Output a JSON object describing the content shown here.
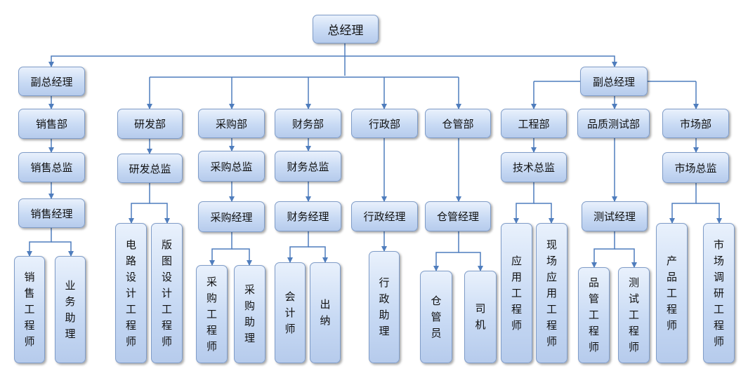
{
  "top": {
    "label": "总经理"
  },
  "left_vp": {
    "label": "副总经理",
    "dept": "销售部",
    "director": "销售总监",
    "manager": "销售经理",
    "staff": [
      "销售工程师",
      "业务助理"
    ]
  },
  "center_depts": [
    {
      "dept": "研发部",
      "director": "研发总监",
      "staff": [
        "电路设计工程师",
        "版图设计工程师"
      ]
    },
    {
      "dept": "采购部",
      "director": "采购总监",
      "manager": "采购经理",
      "staff": [
        "采购工程师",
        "采购助理"
      ]
    },
    {
      "dept": "财务部",
      "director": "财务总监",
      "manager": "财务经理",
      "staff": [
        "会计师",
        "出纳"
      ]
    },
    {
      "dept": "行政部",
      "manager": "行政经理",
      "staff": [
        "行政助理"
      ]
    },
    {
      "dept": "仓管部",
      "manager": "仓管经理",
      "staff": [
        "仓管员",
        "司机"
      ]
    }
  ],
  "right_vp": {
    "label": "副总经理",
    "depts": [
      {
        "dept": "工程部",
        "director": "技术总监",
        "staff": [
          "应用工程师",
          "现场应用工程师"
        ]
      },
      {
        "dept": "品质测试部",
        "manager": "测试经理",
        "staff": [
          "品管工程师",
          "测试工程师"
        ]
      },
      {
        "dept": "市场部",
        "director": "市场总监",
        "staff": [
          "产品工程师",
          "市场调研工程师"
        ]
      }
    ]
  },
  "colors": {
    "line": "#4f7dbd",
    "border": "#7f9cc8",
    "fill_top": "#e9f1fc",
    "fill_bottom": "#b6cbec"
  }
}
